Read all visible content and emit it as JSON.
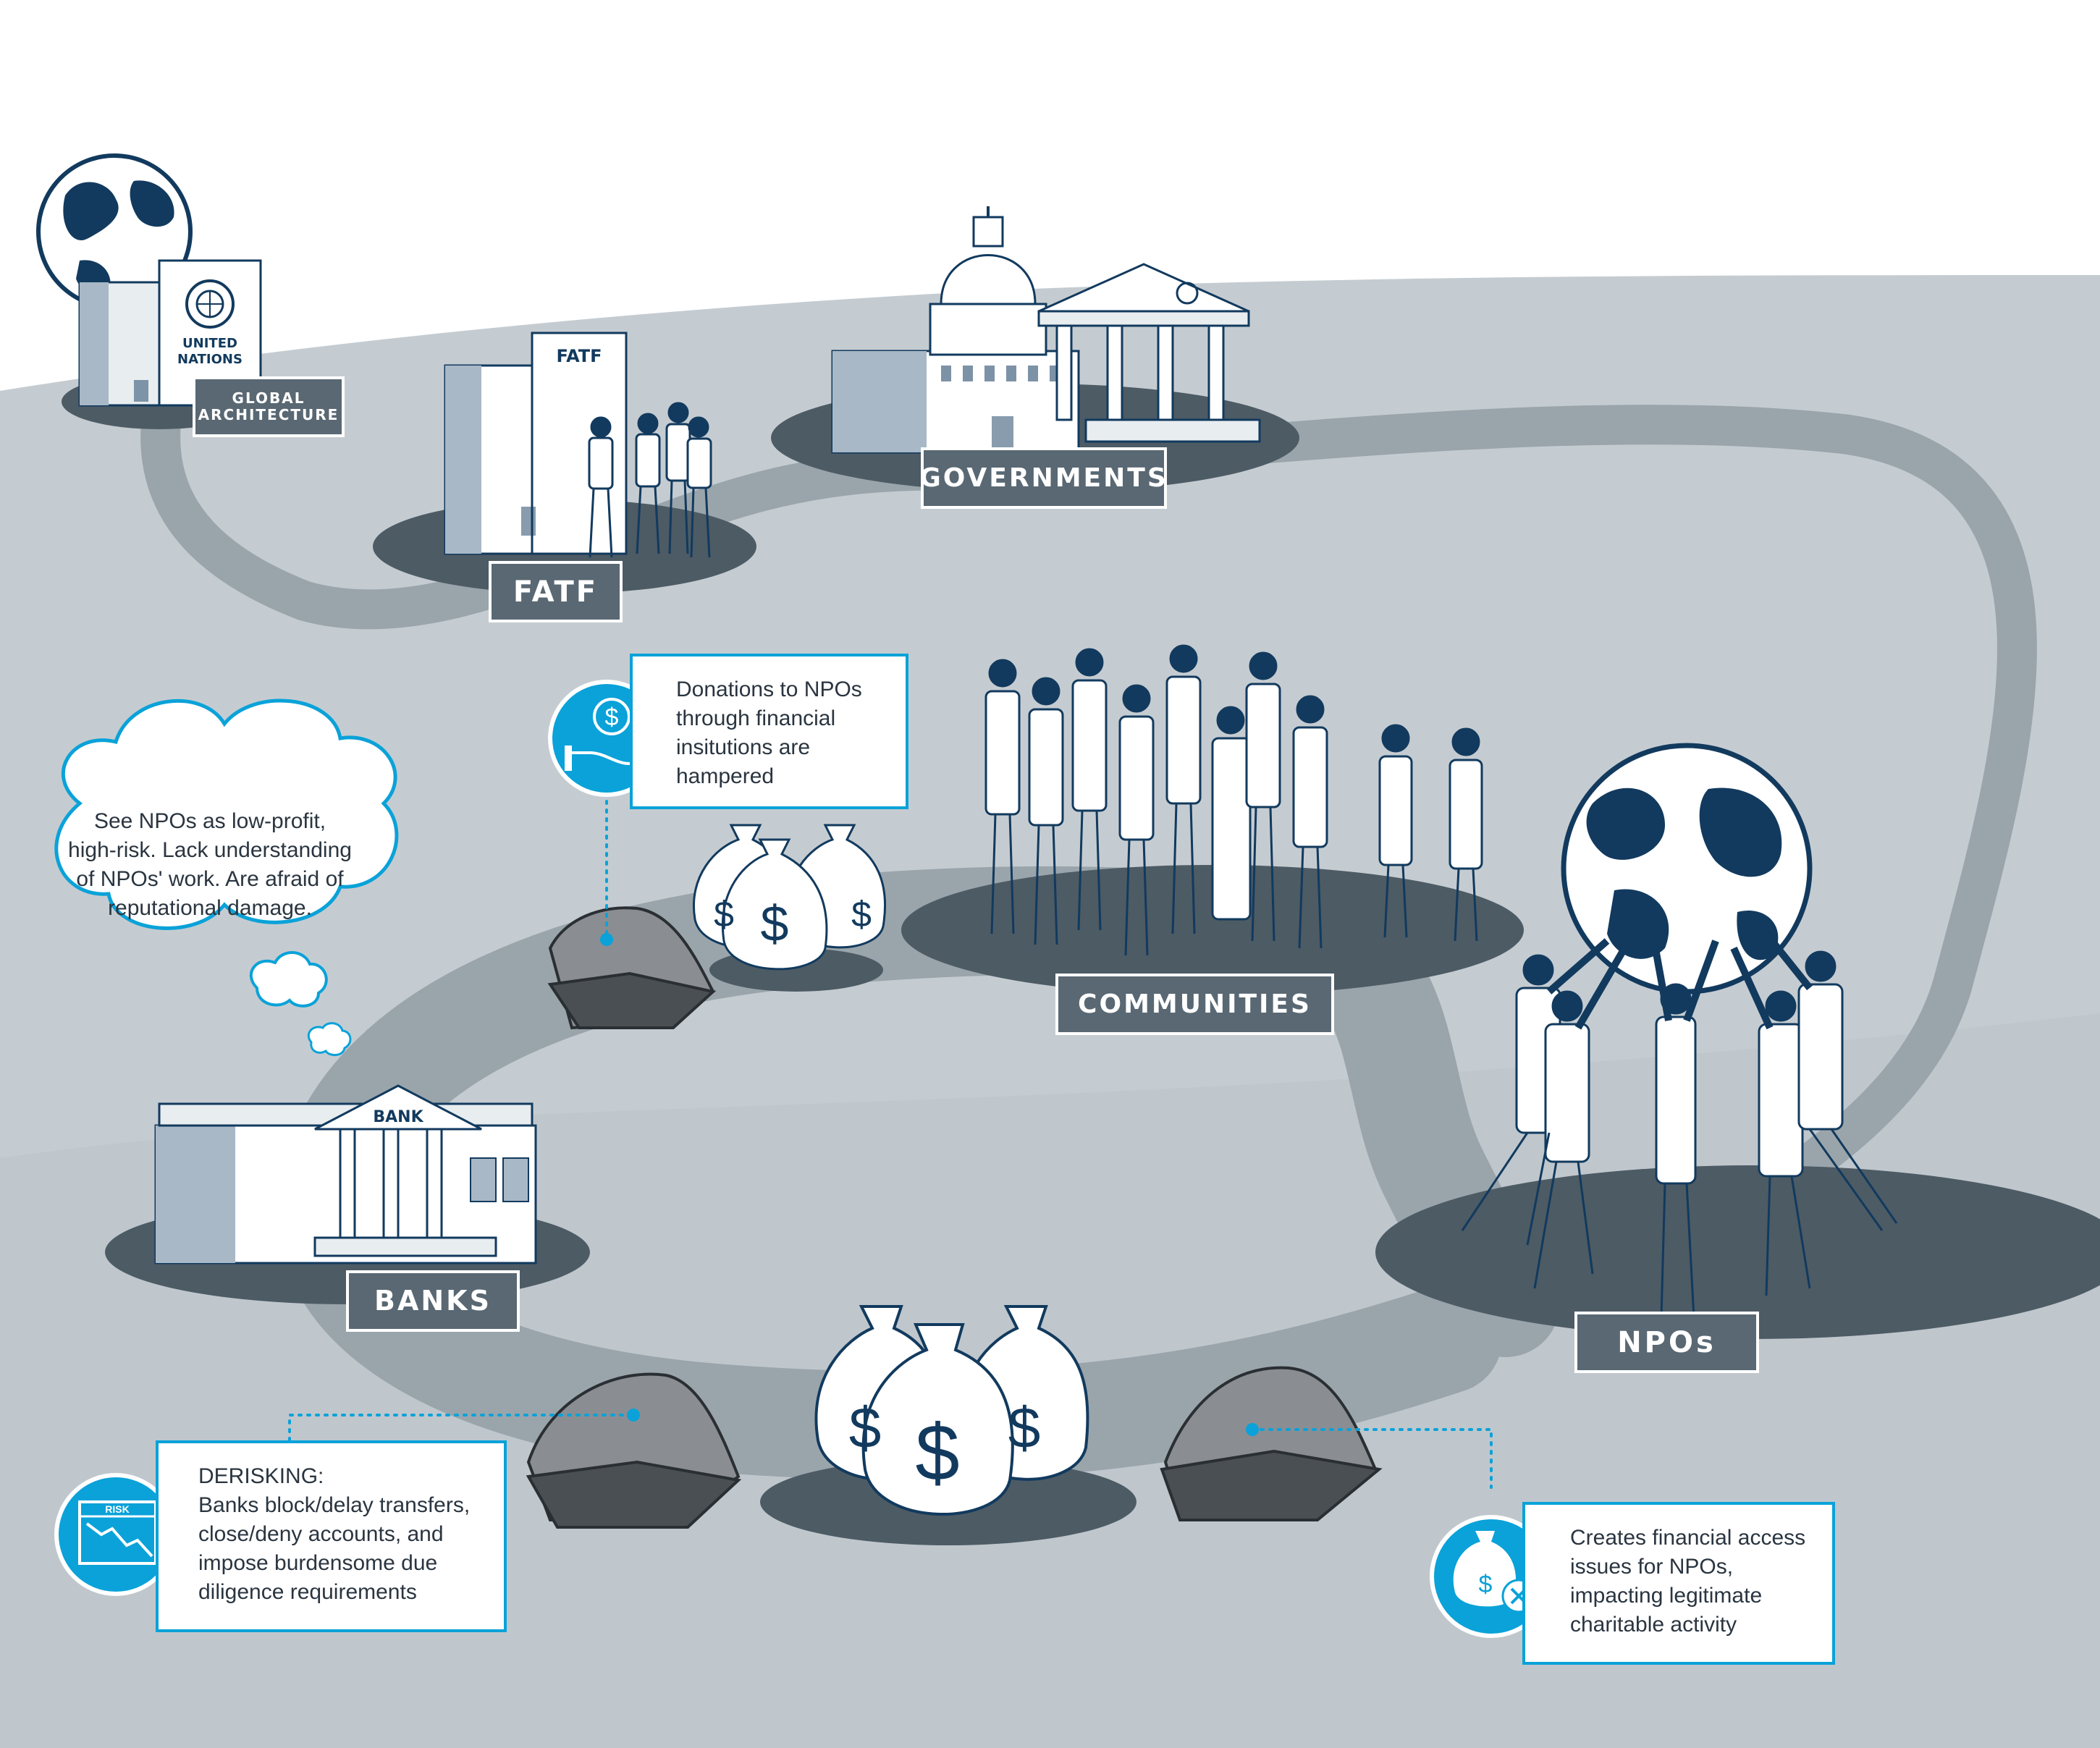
{
  "colors": {
    "accent": "#0aa2d9",
    "label_bg": "#596873",
    "path": "#9aa5ab",
    "ground": "#c5ccd1",
    "navy": "#123a5e",
    "disc": "#4d5b65"
  },
  "stages": {
    "global_architecture": {
      "line1": "GLOBAL",
      "line2": "ARCHITECTURE"
    },
    "fatf": "FATF",
    "governments": "GOVERNMENTS",
    "communities": "COMMUNITIES",
    "banks": "BANKS",
    "npos": "NPOs"
  },
  "signs": {
    "un_line1": "UNITED",
    "un_line2": "NATIONS",
    "fatf": "FATF",
    "bank": "BANK",
    "risk": "RISK"
  },
  "callouts": {
    "donations": {
      "icon": "hand-dollar-icon",
      "lines": [
        "Donations to NPOs",
        "through financial",
        "insitutions are",
        "hampered"
      ]
    },
    "thought": {
      "lines": [
        "See NPOs as low-profit,",
        "high-risk. Lack understanding",
        "of NPOs'  work. Are afraid of",
        "reputational damage."
      ]
    },
    "derisking": {
      "icon": "risk-chart-icon",
      "lines": [
        "DERISKING:",
        "Banks block/delay transfers,",
        "close/deny accounts, and",
        "impose burdensome due",
        "diligence requirements"
      ]
    },
    "access": {
      "icon": "blocked-money-icon",
      "lines": [
        "Creates financial access",
        "issues for NPOs,",
        "impacting legitimate",
        "charitable activity"
      ]
    }
  }
}
